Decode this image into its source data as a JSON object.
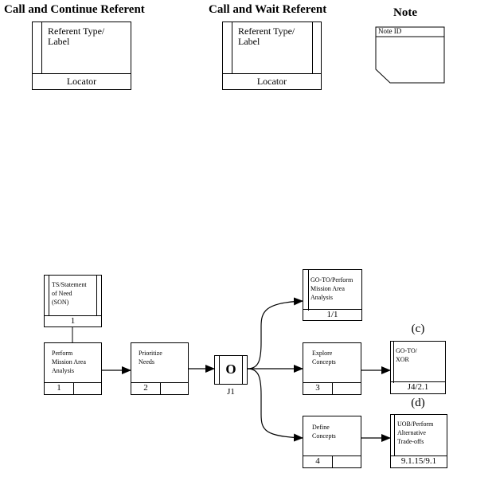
{
  "legend": {
    "call_continue": {
      "heading": "Call and Continue Referent",
      "label": "Referent Type/\nLabel",
      "locator": "Locator"
    },
    "call_wait": {
      "heading": "Call and Wait Referent",
      "label": "Referent Type/\nLabel",
      "locator": "Locator"
    },
    "note": {
      "heading": "Note",
      "id": "Note ID"
    }
  },
  "diagram": {
    "son": {
      "label": "TS/Statement\nof Need\n(SON)",
      "num": "1"
    },
    "n1": {
      "label": "Perform\nMission Area\nAnalysis",
      "num": "1"
    },
    "n2": {
      "label": "Prioritize\nNeeds",
      "num": "2"
    },
    "junction": {
      "symbol": "O",
      "label": "J1"
    },
    "goto_top": {
      "label": "GO-TO/Perform\nMission Area\nAnalysis",
      "num": "1/1"
    },
    "n3": {
      "label": "Explore\nConcepts",
      "num": "3"
    },
    "goto_xor": {
      "label": "GO-TO/\nXOR",
      "num": "J4/2.1",
      "tag": "(c)"
    },
    "n4": {
      "label": "Define\nConcepts",
      "num": "4"
    },
    "uob": {
      "label": "UOB/Perform\nAlternative\nTrade-offs",
      "num": "9.1.15/9.1",
      "tag": "(d)"
    }
  }
}
